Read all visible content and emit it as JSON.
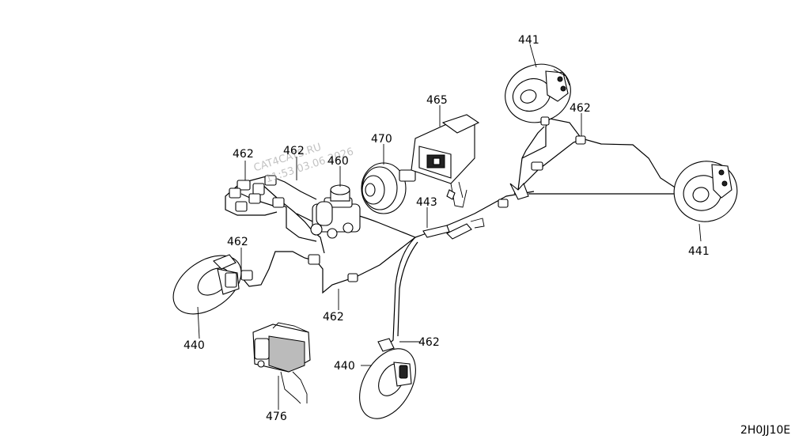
{
  "diagram": {
    "code": "2H0JJ10E",
    "watermark": {
      "line1": "CAT4CATS.RU",
      "line2": "11:53 03.06.2026"
    },
    "labels": {
      "rear_disc_top": "441",
      "rear_disc_right": "441",
      "hose_462_upper_right": "462",
      "master_cyl_462": "462",
      "front_left_462_a": "462",
      "front_left_462_b": "462",
      "front_right_462_mid": "462",
      "front_right_462_low": "462",
      "reservoir_460": "460",
      "booster_470": "470",
      "pedal_465": "465",
      "hose_443": "443",
      "front_left_disc_440": "440",
      "front_right_disc_440": "440",
      "abs_476": "476"
    }
  }
}
